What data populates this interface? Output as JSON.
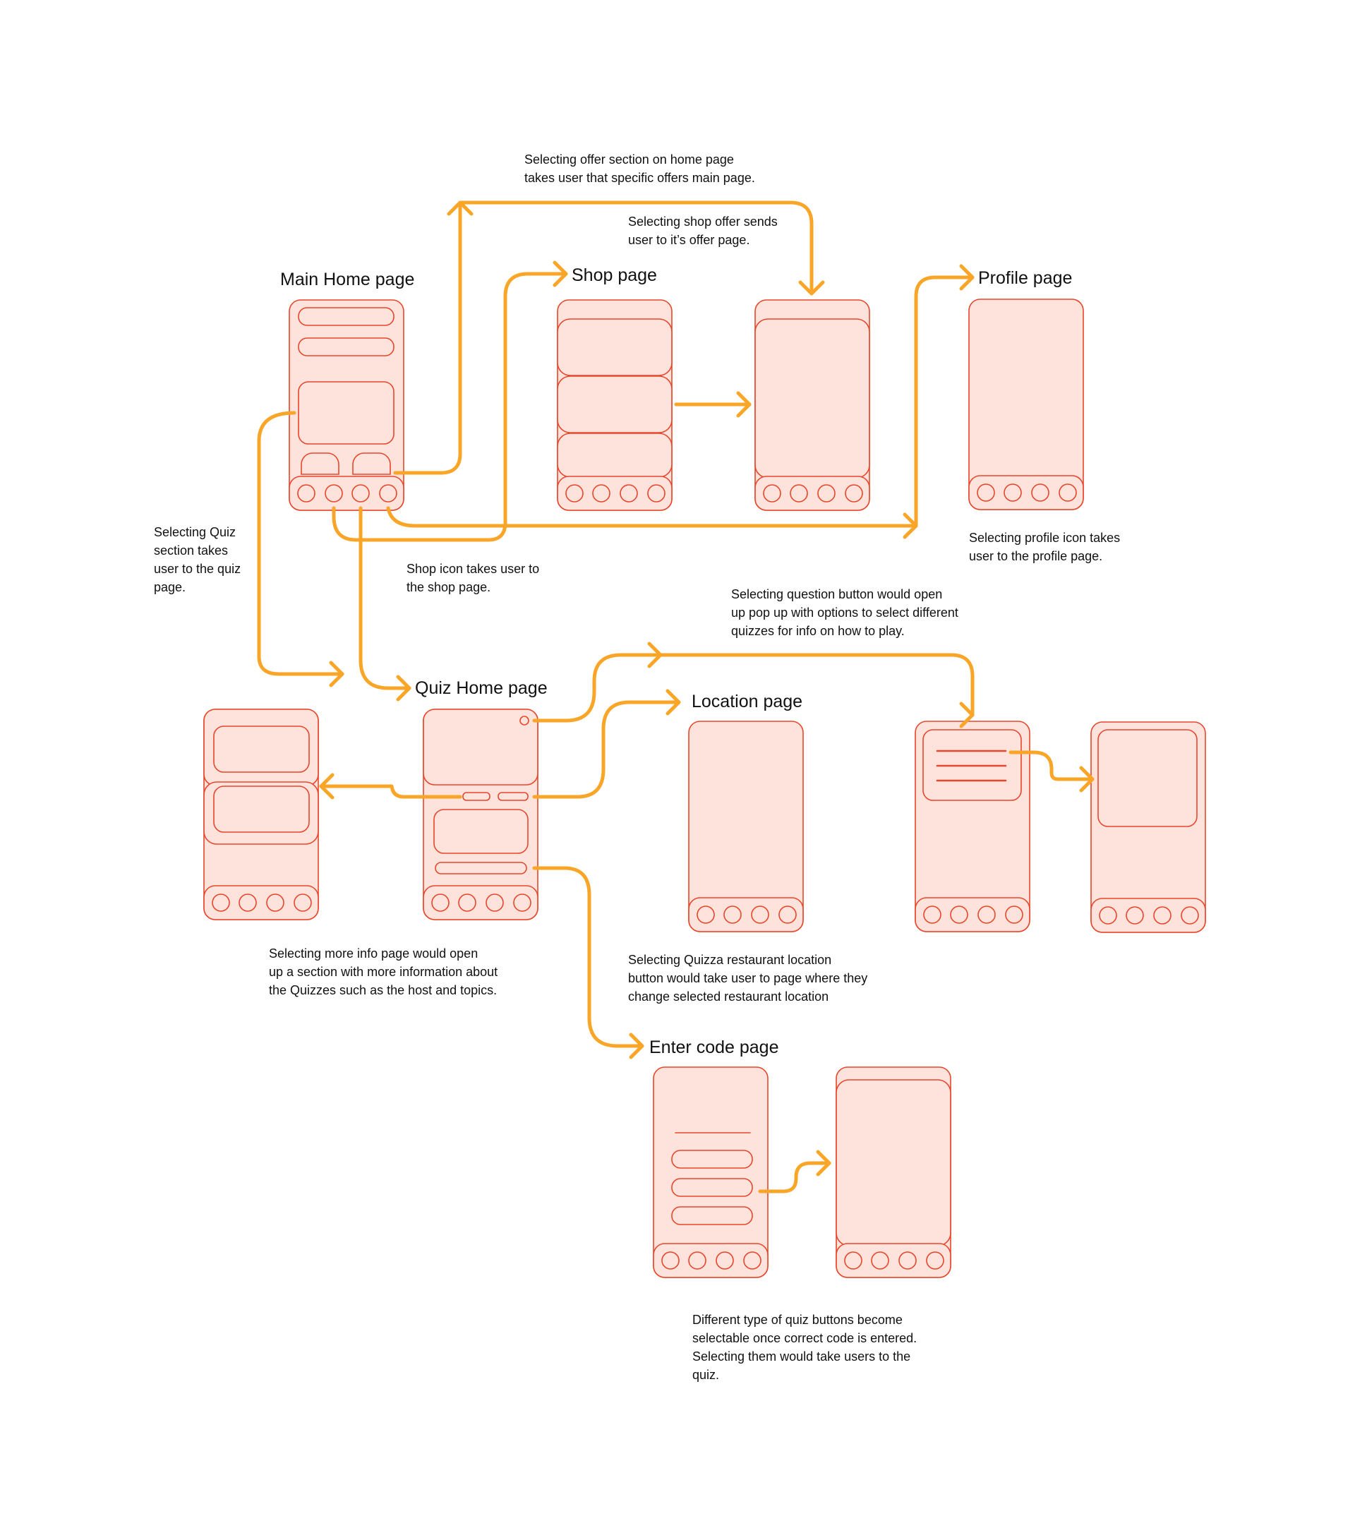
{
  "colors": {
    "arrow": "#f9a527",
    "screen_fill": "#fde3dc",
    "screen_stroke": "#e8462a",
    "text": "#111111"
  },
  "page_titles": {
    "main_home": "Main Home page",
    "shop": "Shop page",
    "profile": "Profile page",
    "quiz_home": "Quiz Home page",
    "location": "Location page",
    "enter_code": "Enter code page"
  },
  "notes": {
    "offer_section": [
      "Selecting offer section on home page",
      "takes user that specific offers main page."
    ],
    "shop_offer": [
      "Selecting shop offer sends",
      "user to it’s offer page."
    ],
    "quiz_section": [
      "Selecting Quiz",
      "section  takes",
      "user to the quiz",
      "page."
    ],
    "shop_icon": [
      "Shop icon takes user to",
      "the shop page."
    ],
    "profile_icon": [
      "Selecting profile icon takes",
      "user to the profile page."
    ],
    "question_button": [
      "Selecting question button would open",
      "up pop up with options to select different",
      "quizzes for info on how to play."
    ],
    "more_info": [
      "Selecting more info page would open",
      "up a section with more information about",
      "the Quizzes such as the host and topics."
    ],
    "location_button": [
      "Selecting Quizza restaurant location",
      "button would take user to page where they",
      "change selected restaurant location"
    ],
    "quiz_buttons": [
      "Different type of quiz buttons become",
      "selectable once correct code is entered.",
      "Selecting them would take users to the",
      "quiz."
    ]
  }
}
